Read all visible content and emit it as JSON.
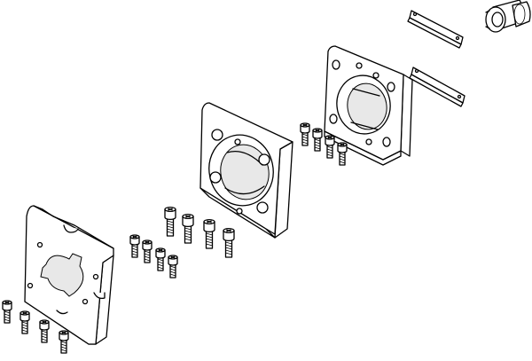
{
  "diagram": {
    "kind": "exploded-assembly",
    "parts": [
      {
        "id": "flange-plate-small",
        "type": "mounting plate with keyed bore"
      },
      {
        "id": "flange-plate-large",
        "type": "square flange with round bore"
      },
      {
        "id": "bearing-housing",
        "type": "square housing with bore"
      },
      {
        "id": "shaft-coupling",
        "type": "cylindrical coupling hub"
      },
      {
        "id": "key-strip-upper",
        "type": "flat strip"
      },
      {
        "id": "key-strip-lower",
        "type": "flat strip"
      },
      {
        "id": "screw-group-bottom-left",
        "type": "socket head cap screws",
        "count": 4
      },
      {
        "id": "screw-group-middle-small",
        "type": "socket head cap screws",
        "count": 4
      },
      {
        "id": "screw-group-middle-large",
        "type": "socket head cap screws",
        "count": 4
      },
      {
        "id": "screw-group-top-right",
        "type": "socket head cap screws",
        "count": 4
      }
    ]
  }
}
